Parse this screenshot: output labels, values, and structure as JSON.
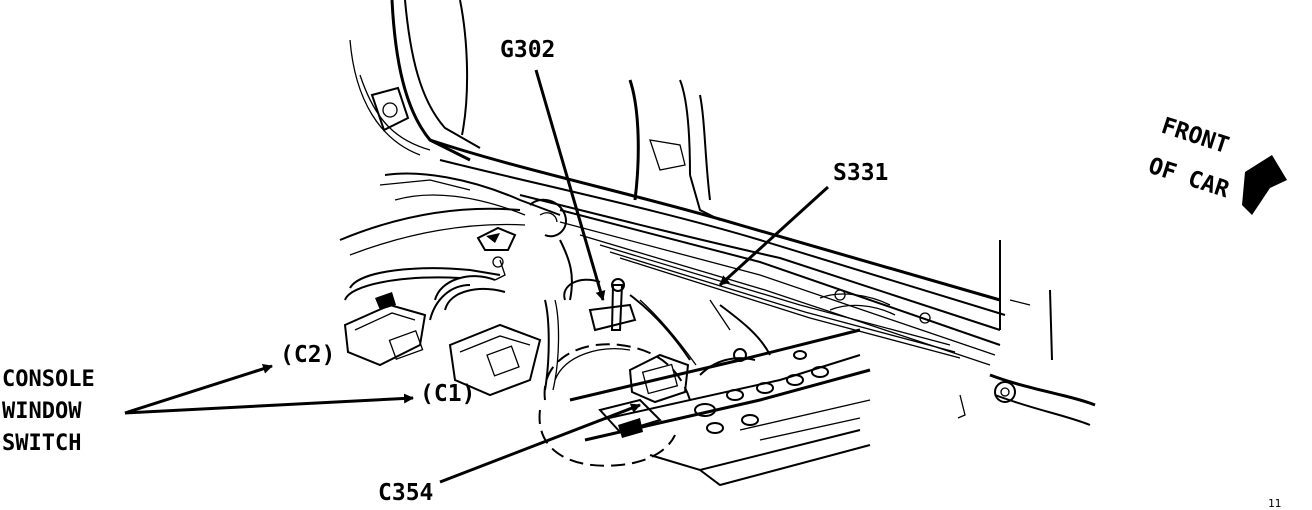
{
  "labels": {
    "g302": "G302",
    "s331": "S331",
    "c354": "C354",
    "c2": "(C2)",
    "c1": "(C1)",
    "console_line1": "CONSOLE",
    "console_line2": "WINDOW",
    "console_line3": "SWITCH",
    "front_line1": "FRONT",
    "front_line2": "OF CAR",
    "page_number": "11"
  },
  "colors": {
    "ink": "#000000",
    "paper": "#ffffff"
  }
}
